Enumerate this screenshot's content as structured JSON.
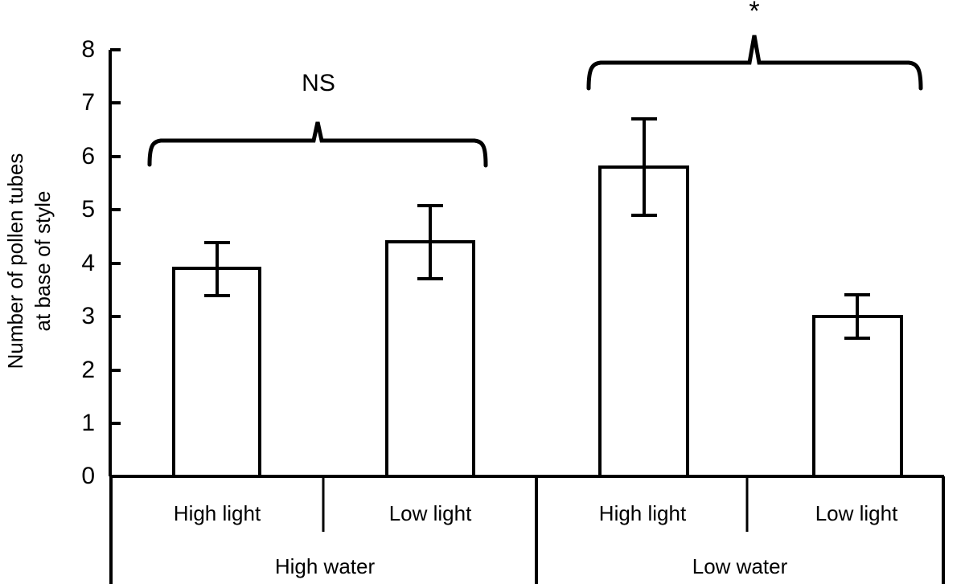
{
  "chart_data": {
    "type": "bar",
    "title": "",
    "xlabel": "",
    "ylabel_line1": "Number of pollen tubes",
    "ylabel_line2": "at base of style",
    "ylim": [
      0,
      8
    ],
    "ytick_values": [
      0,
      1,
      2,
      3,
      4,
      5,
      6,
      7,
      8
    ],
    "ytick_labels": [
      "0",
      "1",
      "2",
      "3",
      "4",
      "5",
      "6",
      "7",
      "8"
    ],
    "grid": false,
    "legend": "none",
    "bar_fill": "#ffffff",
    "bar_stroke": "#000000",
    "categories": [
      "High light",
      "Low light",
      "High light",
      "Low light"
    ],
    "groups": [
      {
        "label": "High water",
        "categories": [
          "High light",
          "Low light"
        ]
      },
      {
        "label": "Low water",
        "categories": [
          "High light",
          "Low light"
        ]
      }
    ],
    "values": [
      3.9,
      4.4,
      5.8,
      3.0
    ],
    "error_upper": [
      4.4,
      5.05,
      6.7,
      3.4
    ],
    "error_lower": [
      3.4,
      3.7,
      4.9,
      2.6
    ],
    "bars": [
      {
        "group": "High water",
        "category": "High light",
        "value": 3.9,
        "err_high": 4.4,
        "err_low": 3.4
      },
      {
        "group": "High water",
        "category": "Low light",
        "value": 4.4,
        "err_high": 5.05,
        "err_low": 3.7
      },
      {
        "group": "Low water",
        "category": "High light",
        "value": 5.8,
        "err_high": 6.7,
        "err_low": 4.9
      },
      {
        "group": "Low water",
        "category": "Low light",
        "value": 3.0,
        "err_high": 3.4,
        "err_low": 2.6
      }
    ],
    "annotations": [
      {
        "label": "NS",
        "spans_group": "High water",
        "meaning": "not significant"
      },
      {
        "label": "*",
        "spans_group": "Low water",
        "meaning": "significant"
      }
    ]
  },
  "axis": {
    "tick0": "0",
    "tick1": "1",
    "tick2": "2",
    "tick3": "3",
    "tick4": "4",
    "tick5": "5",
    "tick6": "6",
    "tick7": "7",
    "tick8": "8"
  },
  "labels": {
    "y_line1": "Number of pollen tubes",
    "y_line2": "at base of style",
    "cat_hw_high": "High light",
    "cat_hw_low": "Low light",
    "cat_lw_high": "High light",
    "cat_lw_low": "Low light",
    "group_high_water": "High water",
    "group_low_water": "Low water",
    "sig_ns": "NS",
    "sig_star": "*"
  },
  "colors": {
    "ink": "#000000",
    "background": "#ffffff"
  }
}
